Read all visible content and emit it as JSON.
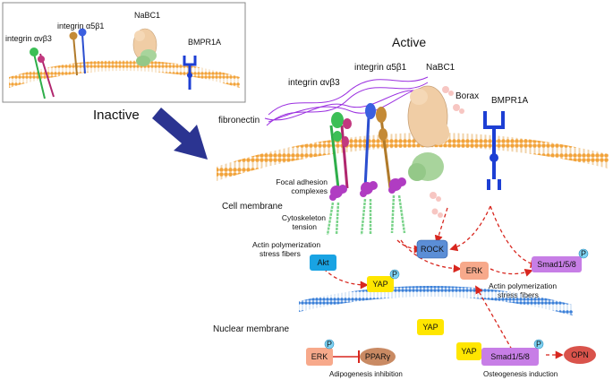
{
  "inset": {
    "labels": {
      "integrin_avb3": "integrin αvβ3",
      "integrin_a5b1": "integrin α5β1",
      "nabc1": "NaBC1",
      "bmpr1a": "BMPR1A"
    }
  },
  "main": {
    "inactive": "Inactive",
    "active": "Active",
    "integrin_avb3": "integrin αvβ3",
    "integrin_a5b1": "integrin α5β1",
    "nabc1": "NaBC1",
    "borax": "Borax",
    "bmpr1a": "BMPR1A",
    "fibronectin": "fibronectin",
    "focal_adhesion": [
      "Focal adhesion",
      "complexes"
    ],
    "cell_membrane": "Cell membrane",
    "cytoskeleton": [
      "Cytoskeleton",
      "tension"
    ],
    "actin_left": [
      "Actin polymerization",
      "stress fibers"
    ],
    "actin_right": [
      "Actin polymerization",
      "stress fibers"
    ],
    "nuclear_membrane": "Nuclear membrane",
    "adipogenesis": "Adipogenesis inhibition",
    "osteogenesis": "Osteogenesis induction"
  },
  "nodes": {
    "akt": "Akt",
    "yap_cyto": "YAP",
    "rock": "ROCK",
    "erk_cyto": "ERK",
    "smad_cyto": "Smad1/5/8",
    "yap_nuc": "YAP",
    "erk_nuc": "ERK",
    "ppar": "PPARγ",
    "yap_nuc2": "YAP",
    "smad_nuc": "Smad1/5/8",
    "opn": "OPN",
    "phospho": "P"
  },
  "colors": {
    "membrane_head": "#f2a33a",
    "nuclear_membrane": "#3a7fd8",
    "arrow": "#d8261e",
    "big_arrow": "#2b3491",
    "akt": "#19a3e3",
    "yap": "#ffe600",
    "rock": "#5b8ed6",
    "erk": "#f7a98b",
    "smad": "#c77ee6",
    "ppar": "#c98a63",
    "opn": "#d9534b",
    "phospho": "#7fd4f5",
    "nabc1": "#f0cda5",
    "bmpr1a": "#1d3fd4",
    "fibronectin": "#9b30e0",
    "actin": "#7ad38a",
    "focal": "#b03cc2"
  }
}
